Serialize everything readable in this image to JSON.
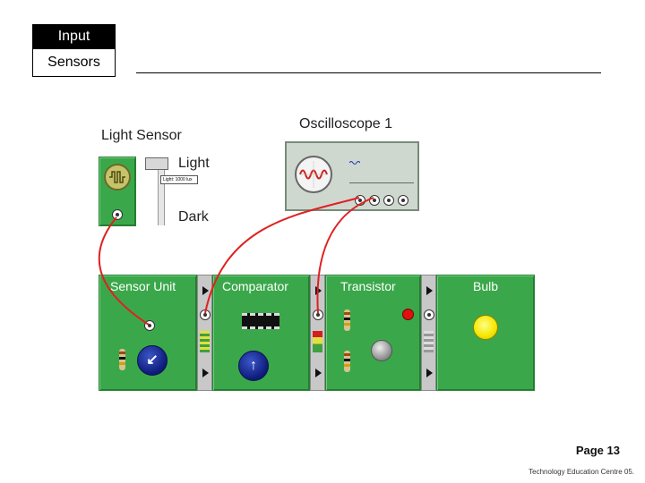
{
  "header": {
    "title": "Input",
    "subtitle": "Sensors"
  },
  "light_sensor": {
    "title": "Light Sensor",
    "slider_top": "Light",
    "slider_bottom": "Dark",
    "slider_readout": "Light: 1000 lux"
  },
  "oscilloscope": {
    "title": "Oscilloscope 1"
  },
  "panels": {
    "sensor_unit": "Sensor Unit",
    "comparator": "Comparator",
    "transistor": "Transistor",
    "bulb": "Bulb"
  },
  "footer": {
    "page": "Page 13",
    "credit": "Technology Education Centre 05."
  },
  "colors": {
    "panel_green": "#3aa84a",
    "wire_red": "#e02020",
    "knob_blue": "#1a2ea0",
    "led_red": "#e01010",
    "bulb_yellow": "#f5e600"
  },
  "icons": [
    "sensor-wave-icon",
    "oscilloscope-screen-icon",
    "chip-icon",
    "knob-icon",
    "bulb-icon",
    "led-icon",
    "terminal-icon",
    "resistor-icon",
    "arrow-right-icon"
  ]
}
